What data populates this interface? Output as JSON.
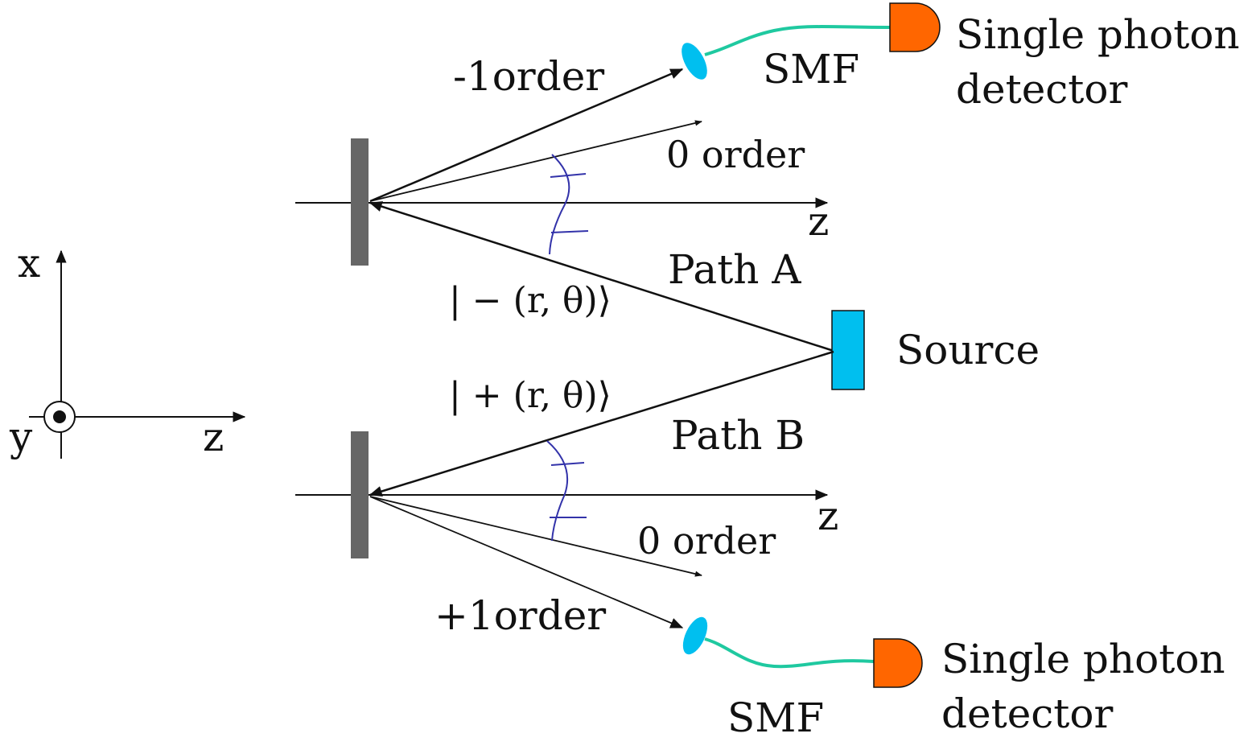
{
  "labels": {
    "minus_one_order": "-1order",
    "zero_order_top": "0 order",
    "z_top": "z",
    "path_a": "Path A",
    "state_minus": "| − (r, θ)⟩",
    "source": "Source",
    "state_plus": "| + (r, θ)⟩",
    "path_b": "Path B",
    "z_bottom": "z",
    "zero_order_bottom": "0 order",
    "plus_one_order": "+1order",
    "smf_top": "SMF",
    "smf_bottom": "SMF",
    "detector_top_line1": "Single photon",
    "detector_top_line2": "detector",
    "detector_bottom_line1": "Single photon",
    "detector_bottom_line2": "detector",
    "axis_x": "x",
    "axis_y": "y",
    "axis_z": "z"
  },
  "colors": {
    "line": "#111111",
    "grating": "#666666",
    "source": "#00BFEF",
    "coupler_lens": "#00BFEF",
    "fiber": "#1FC9A0",
    "detector": "#FF6600",
    "angle_arc": "#3333AA"
  },
  "icons": {
    "axis_y_symbol": "circle-dot-icon",
    "detector": "d-shape-detector-icon",
    "coupler": "ellipse-lens-icon"
  }
}
